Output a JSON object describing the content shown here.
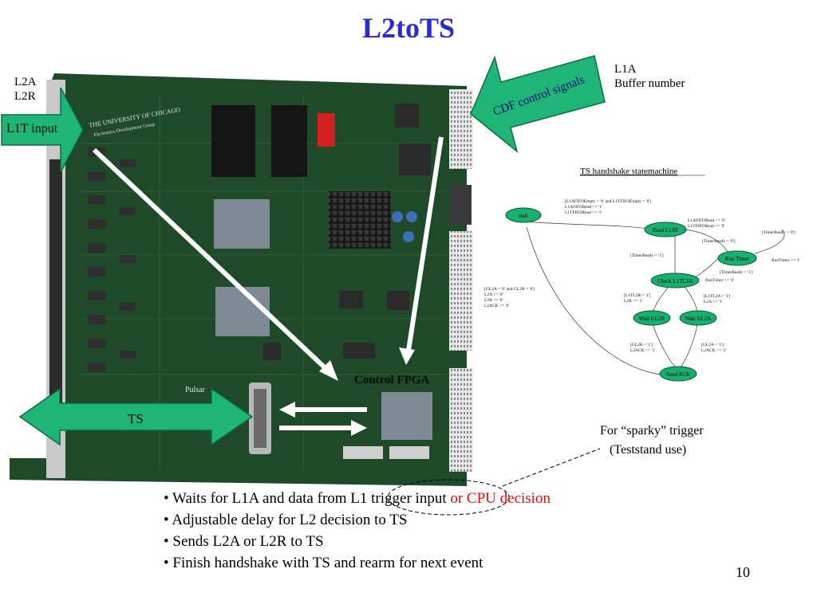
{
  "slide": {
    "title": "L2toTS",
    "page_number": "10"
  },
  "labels": {
    "l2a": "L2A",
    "l2r": "L2R",
    "l1t_input": "L1T input",
    "cdf_control": "CDF control signals",
    "l1a": "L1A",
    "buffer_number": "Buffer number",
    "control_fpga": "Control FPGA",
    "ts": "TS",
    "sparky_line1": "For “sparky” trigger",
    "sparky_line2": "(Teststand use)"
  },
  "statemachine": {
    "title": "TS handshake statemachine",
    "states": [
      "null",
      "Read L1AT",
      "Run Timer",
      "Check L1TL2A",
      "Wait GL2R",
      "Wait GL2A",
      "Send ACK"
    ],
    "transition_notes": [
      "[L1AFIFOEmpty = '0' and L1TFIFOEmpty = '0']",
      "L1AFIFORead <= '1'",
      "L1TFIFORead <= '1'",
      "L1AFIFORead <= '0'",
      "L1TFIFORead <= '0'",
      "[TimerReady = '0']",
      "[TimerReady = '0']",
      "[TimerReady = '1']",
      "RunTimer <= '1'",
      "[TimerReady = '1']",
      "RunTimer <= '0'",
      "[GL2A = '0' and GL2R = '0']",
      "L2A <= '0'",
      "L2R <= '0'",
      "L2ACK <= '0'",
      "[L1TL2R = '1']",
      "L2R <= '1'",
      "[L1TL2A = '1']",
      "L2A <= '1'",
      "[GL2R = '1']",
      "L2ACK <= '1'",
      "[GL2A = '1']",
      "L2ACK <= '1'"
    ]
  },
  "board": {
    "silkscreen": "THE UNIVERSITY OF CHICAGO",
    "silkscreen2": "Electronics Development Group",
    "pulsar": "Pulsar"
  },
  "bullets": [
    {
      "text": "• Waits for L1A and data from L1 trigger input ",
      "red": "or CPU decision"
    },
    {
      "text": "• Adjustable delay for L2 decision to TS",
      "red": ""
    },
    {
      "text": "• Sends L2A or L2R to TS",
      "red": ""
    },
    {
      "text": "• Finish handshake with TS and rearm for next event",
      "red": ""
    }
  ],
  "colors": {
    "title": "#2b2bd6",
    "arrow_fill": "#1fb577",
    "state_fill": "#18b06f",
    "board": "#1f4a2a",
    "highlight_red": "#e01010"
  }
}
